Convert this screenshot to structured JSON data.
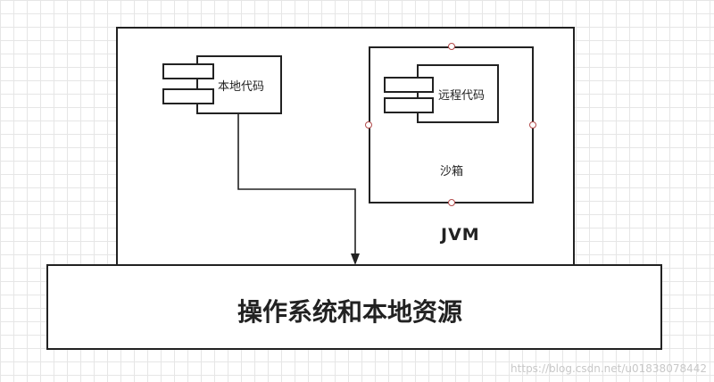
{
  "jvm_label": "JVM",
  "local_code_label": "本地代码",
  "remote_code_label": "远程代码",
  "sandbox_label": "沙箱",
  "os_resources_label": "操作系统和本地资源",
  "watermark": "https://blog.csdn.net/u01838078442"
}
